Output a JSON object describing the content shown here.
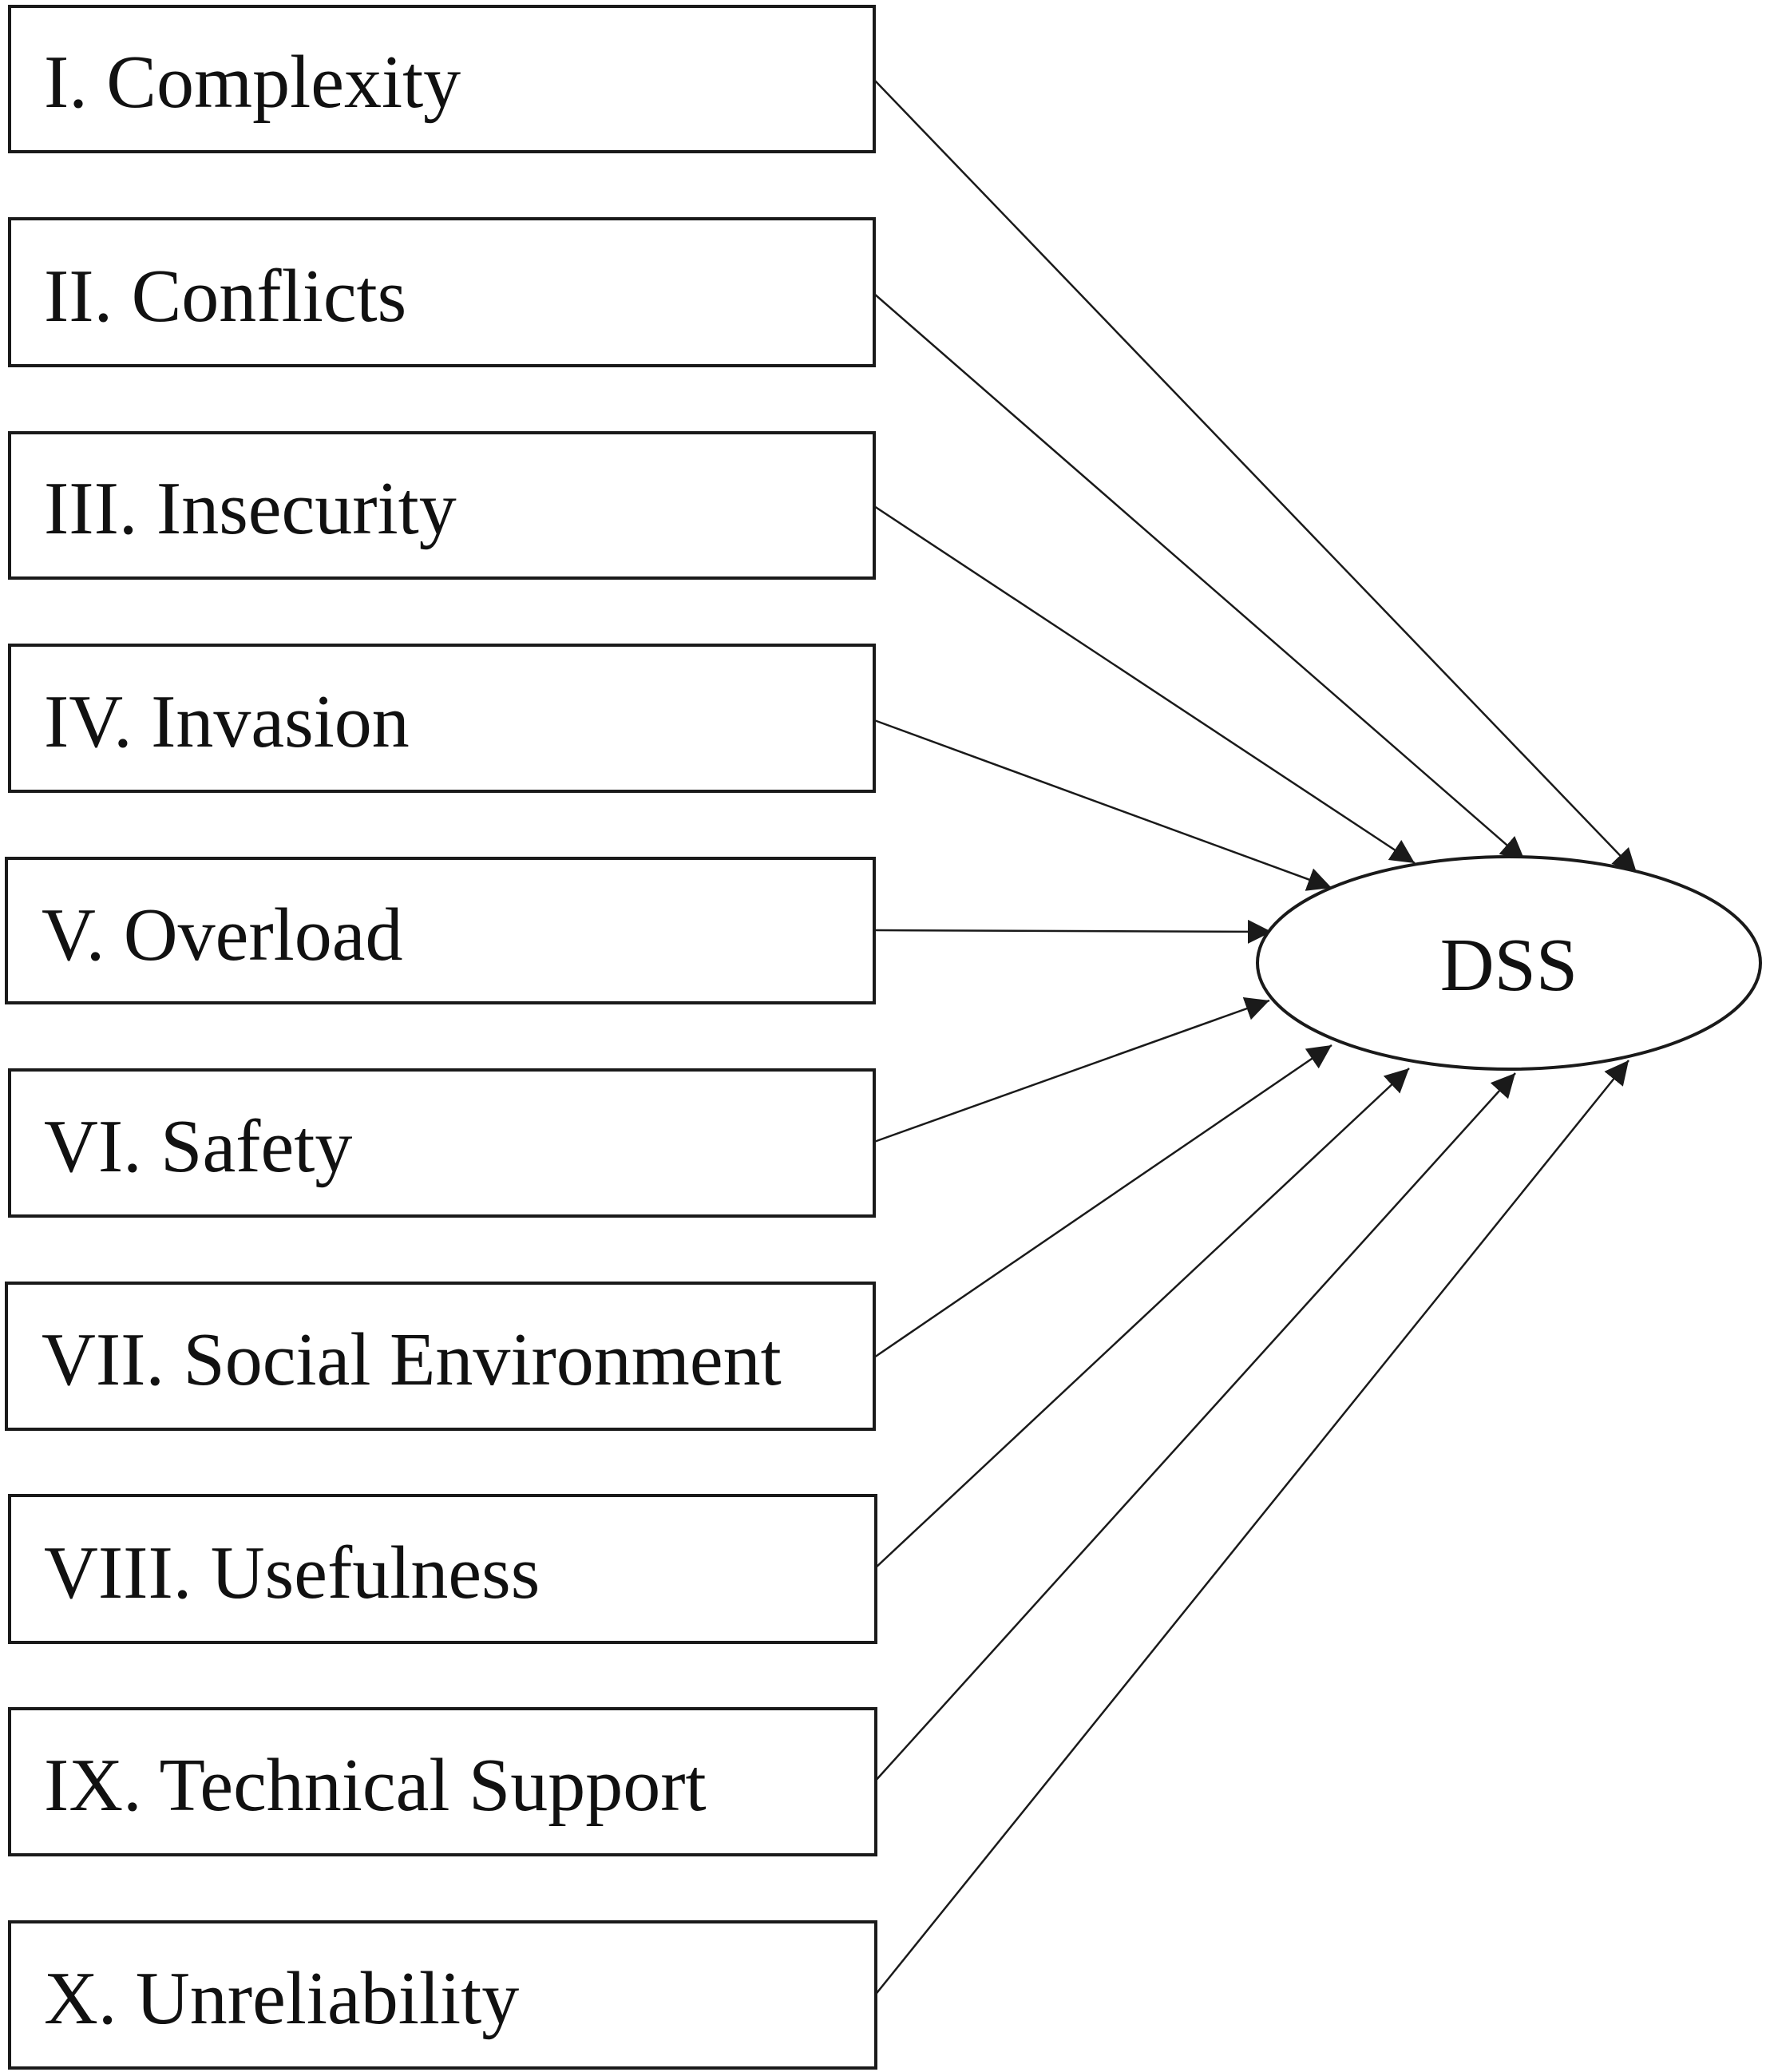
{
  "diagram": {
    "factors": [
      {
        "label": "I. Complexity"
      },
      {
        "label": "II. Conflicts"
      },
      {
        "label": "III. Insecurity"
      },
      {
        "label": "IV. Invasion"
      },
      {
        "label": "V. Overload"
      },
      {
        "label": "VI. Safety"
      },
      {
        "label": "VII. Social Environment"
      },
      {
        "label": "VIII. Usefulness"
      },
      {
        "label": "IX. Technical Support"
      },
      {
        "label": "X. Unreliability"
      }
    ],
    "target": {
      "label": "DSS"
    },
    "colors": {
      "stroke": "#1a1a1a",
      "text": "#111111",
      "background": "#ffffff"
    }
  }
}
